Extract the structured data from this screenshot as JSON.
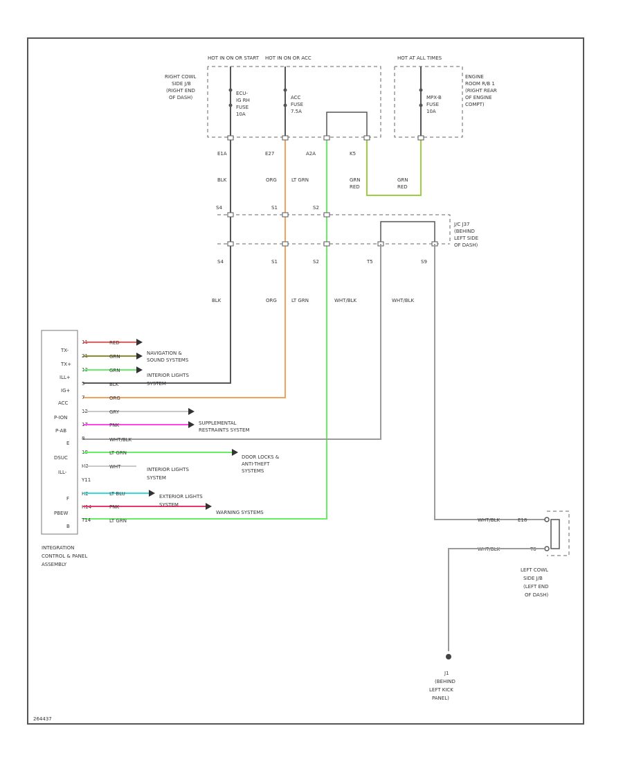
{
  "colors": {
    "BLK": "#555555",
    "ORG": "#f5a15a",
    "LT_GRN": "#66ee66",
    "GRN_RED": "#9bcf3f",
    "WHT_BLK": "#9a9a9a",
    "RED": "#ff5555",
    "GRN": "#8b8b2a",
    "GRY": "#c8c8c8",
    "PNK": "#ff44ee",
    "LT_BLU": "#33dddd",
    "PNK_RED": "#ee3366"
  },
  "power": {
    "hot_run_start": "HOT IN ON OR START",
    "hot_run_acc": "HOT IN ON OR ACC",
    "hot_all_times": "HOT AT ALL TIMES",
    "right_junction_box": [
      "RIGHT COWL",
      "SIDE J/B",
      "(RIGHT END",
      "OF DASH)"
    ],
    "engine_block": [
      "ENGINE",
      "ROOM R/B 1",
      "(RIGHT REAR",
      "OF ENGINE",
      "COMPT)"
    ],
    "fuse_ecu": [
      "ECU-",
      "IG RH",
      "FUSE",
      "10A"
    ],
    "fuse_acc": [
      "ACC",
      "FUSE",
      "7.5A"
    ],
    "fuse_mpx": [
      "MPX-B",
      "FUSE",
      "10A"
    ]
  },
  "connectors": {
    "top": [
      "E1A",
      "E27",
      "A2A",
      "K5"
    ],
    "mid": [
      "S4",
      "S1",
      "S2"
    ],
    "low": [
      "S4",
      "S1",
      "S2",
      "T5",
      "S9"
    ]
  },
  "wire_labels": {
    "top": [
      "BLK",
      "ORG",
      "LT GRN",
      "GRN",
      "RED",
      "GRN",
      "RED"
    ],
    "low": [
      "BLK",
      "ORG",
      "LT GRN",
      "WHT/BLK",
      "WHT/BLK"
    ]
  },
  "jc_box": [
    "J/C J37",
    "(BEHIND",
    "LEFT SIDE",
    "OF DASH)"
  ],
  "module": {
    "pins": [
      "TX-",
      "TX+",
      "ILL+",
      "IG+",
      "ACC",
      "P-ION",
      "P-AB",
      "E",
      "DSUC",
      "ILL-",
      "",
      "F",
      "PBEW",
      "B"
    ],
    "pin_nums": [
      "11",
      "21",
      "13",
      "5",
      "7",
      "12",
      "17",
      "8",
      "18",
      "H3",
      "Y11",
      "H2",
      "H14",
      "T14"
    ],
    "wire_colors": [
      "RED",
      "GRN",
      "GRN",
      "BLK",
      "ORG",
      "GRY",
      "PNK",
      "WHT/BLK",
      "LT GRN",
      "WHT",
      "LT BLU",
      "PNK",
      "LT GRN"
    ],
    "name": [
      "INTEGRATION",
      "CONTROL & PANEL",
      "ASSEMBLY"
    ]
  },
  "systems": {
    "nav": [
      "NAVIGATION &",
      "SOUND SYSTEMS"
    ],
    "interior": "INTERIOR LIGHTS",
    "system": "SYSTEM",
    "srs": [
      "SUPPLEMENTAL",
      "RESTRAINTS SYSTEM"
    ],
    "door": [
      "DOOR LOCKS &",
      "ANTI-THEFT",
      "SYSTEMS"
    ],
    "interior2": [
      "INTERIOR LIGHTS",
      "SYSTEM"
    ],
    "exterior": [
      "EXTERIOR LIGHTS",
      "SYSTEM"
    ],
    "warning": "WARNING SYSTEMS"
  },
  "left_jb": {
    "wires": [
      "WHT/BLK",
      "WHT/BLK"
    ],
    "pins": [
      "E18",
      "T8"
    ],
    "name": [
      "LEFT COWL",
      "SIDE J/B",
      "(LEFT END",
      "OF DASH)"
    ]
  },
  "ground": [
    "J1",
    "(BEHIND",
    "LEFT KICK",
    "PANEL)"
  ],
  "footer": "264437"
}
